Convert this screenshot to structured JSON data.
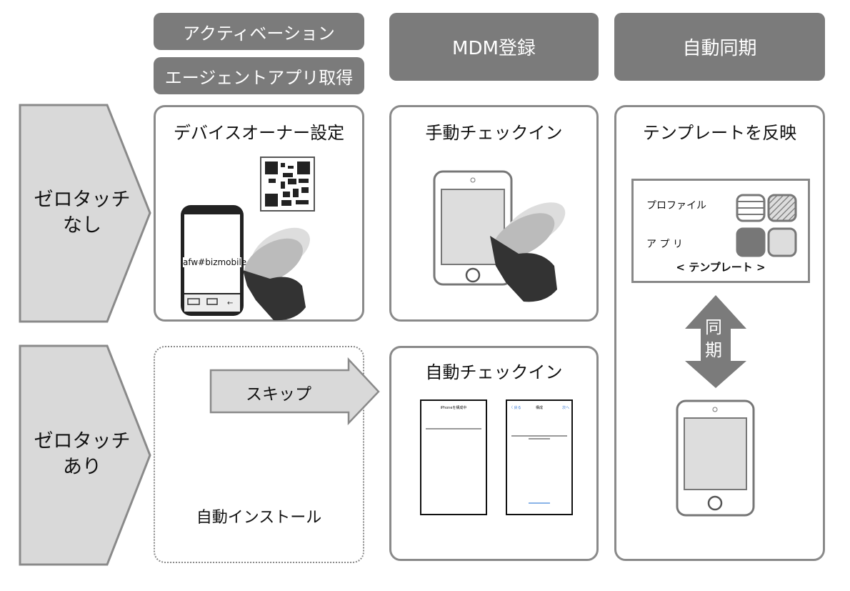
{
  "headers": {
    "activation": "アクティベーション",
    "agent_app": "エージェントアプリ取得",
    "mdm": "MDM登録",
    "sync": "自動同期"
  },
  "rows": {
    "no_zero_touch": [
      "ゼロタッチ",
      "なし"
    ],
    "zero_touch": [
      "ゼロタッチ",
      "あり"
    ]
  },
  "cells": {
    "device_owner": "デバイスオーナー設定",
    "phone_text": "afw#bizmobile",
    "manual_checkin": "手動チェックイン",
    "template_apply": "テンプレートを反映",
    "skip": "スキップ",
    "auto_install": "自動インストール",
    "auto_checkin": "自動チェックイン"
  },
  "template": {
    "profile": "プロファイル",
    "app": "ア プ リ",
    "caption": "< テンプレート >"
  },
  "sync_label": [
    "同",
    "期"
  ],
  "screens": {
    "left_title": "iPhoneを構成中",
    "right_back": "〈 戻る",
    "right_title": "構成",
    "right_next": "次へ"
  }
}
